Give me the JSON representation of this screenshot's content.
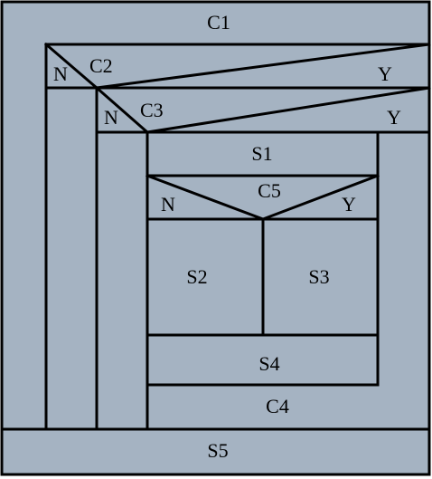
{
  "colors": {
    "fill": "#a5b3c2",
    "line": "#000000"
  },
  "diagram": {
    "C1": "C1",
    "C2": "C2",
    "C2_no": "N",
    "C2_yes": "Y",
    "C3": "C3",
    "C3_no": "N",
    "C3_yes": "Y",
    "S1": "S1",
    "C5": "C5",
    "C5_no": "N",
    "C5_yes": "Y",
    "S2": "S2",
    "S3": "S3",
    "S4": "S4",
    "C4": "C4",
    "S5": "S5"
  }
}
